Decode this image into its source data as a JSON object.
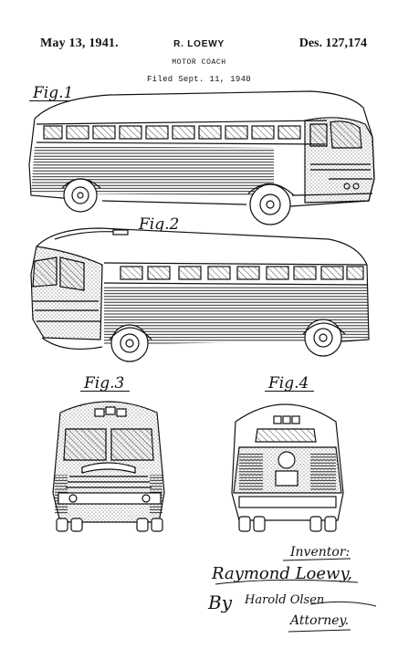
{
  "header": {
    "date": "May 13, 1941.",
    "inventor": "R. LOEWY",
    "patent_number": "Des. 127,174",
    "title": "MOTOR COACH",
    "filed": "Filed Sept. 11, 1940"
  },
  "figures": {
    "fig1_label": "Fig.1",
    "fig2_label": "Fig.2",
    "fig3_label": "Fig.3",
    "fig4_label": "Fig.4"
  },
  "signature": {
    "inventor_label": "Inventor:",
    "inventor_name": "Raymond Loewy,",
    "by": "By",
    "attorney_name": "Harold Olsen",
    "attorney_label": "Attorney."
  }
}
